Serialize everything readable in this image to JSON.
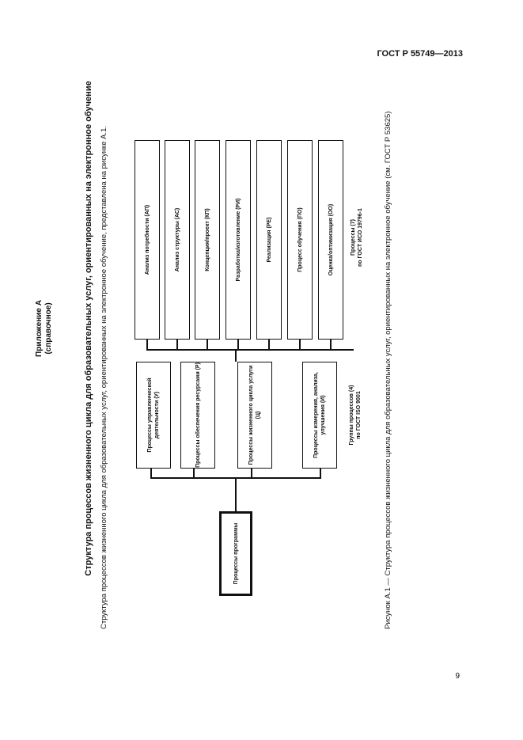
{
  "header": {
    "standard": "ГОСТ Р 55749—2013"
  },
  "annex": {
    "title": "Приложение А",
    "subtitle": "(справочное)"
  },
  "section_title": "Структура процессов жизненного цикла для образовательных услуг, ориентированных на электронное обучение",
  "intro_text": "Структура процессов жизненного цикла для образовательных услуг, ориентированных на электронное обучение, представлена на рисунке А.1.",
  "diagram": {
    "root": "Процессы программы",
    "groups_4": [
      "Процессы управленческой деятельности (У)",
      "Процессы обеспечения ресурсами (Р)",
      "Процессы жизненного цикла услуги (Ц)",
      "Процессы измерения, анализа, улучшения (И)"
    ],
    "groups_4_label": {
      "line1": "Группы процессов (4)",
      "line2": "по ГОСТ ISO 9001"
    },
    "processes_7": [
      "Анализ потребности (АП)",
      "Анализ структуры (АС)",
      "Концепция/проект (КП)",
      "Разработка/изготовление (РИ)",
      "Реализация (РЕ)",
      "Процесс обучения (ПО)",
      "Оценка/оптимизация (ОО)"
    ],
    "processes_7_label": {
      "line1": "Процессы (7)",
      "line2": "по ГОСТ ИСО 19796-1"
    }
  },
  "figure_caption": "Рисунок А.1 — Структура процессов жизненного цикла для образовательных услуг, ориентированных на электронное обучение (см. ГОСТ Р 53625)",
  "page_number": "9"
}
